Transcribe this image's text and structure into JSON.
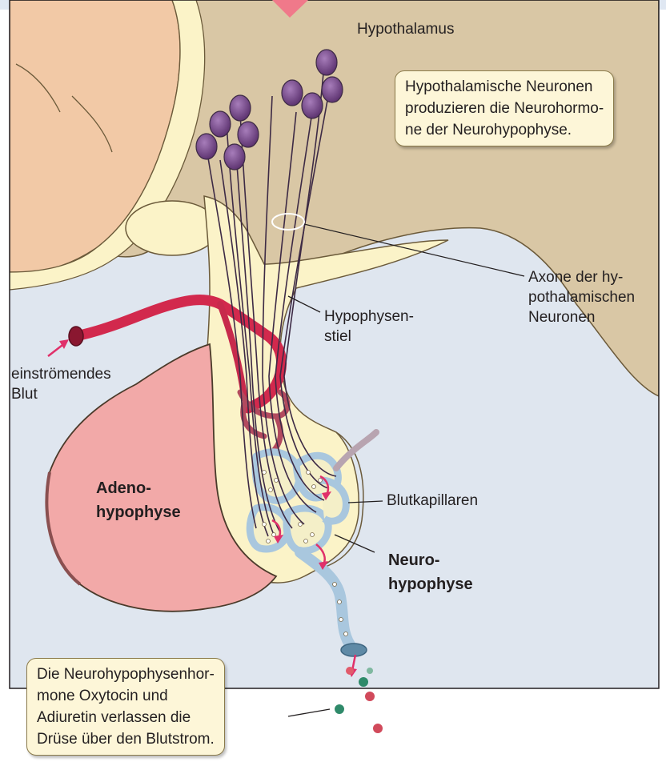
{
  "labels": {
    "hypothalamus": "Hypothalamus",
    "neurons_callout": [
      "Hypothalamische Neuronen",
      "produzieren die Neurohormo-",
      "ne der Neurohypophyse."
    ],
    "axons": [
      "Axone der hy-",
      "pothalamischen",
      "Neuronen"
    ],
    "stalk": [
      "Hypophysen-",
      "stiel"
    ],
    "inflow": [
      "einströmendes",
      "Blut"
    ],
    "adeno": [
      "Adeno-",
      "hypophyse"
    ],
    "capillaries": "Blutkapillaren",
    "neuro": [
      "Neuro-",
      "hypophyse"
    ],
    "hormones_callout": [
      "Die Neurohypophysenhor-",
      "mone Oxytocin und",
      "Adiuretin verlassen die",
      "Drüse über den Blutstrom."
    ]
  },
  "colors": {
    "hypothalamus_tissue": "#d9c7a5",
    "cerebral_tissue": "#f2c9a6",
    "background_fluid": "#dfe6ef",
    "stalk_tissue": "#fbf3c8",
    "adenohypophysis": "#f2a9a8",
    "artery": "#d2294d",
    "capillaries": "#a9c7de",
    "neurons": "#7b4a8e",
    "callout_fill": "#fdf6d8"
  }
}
